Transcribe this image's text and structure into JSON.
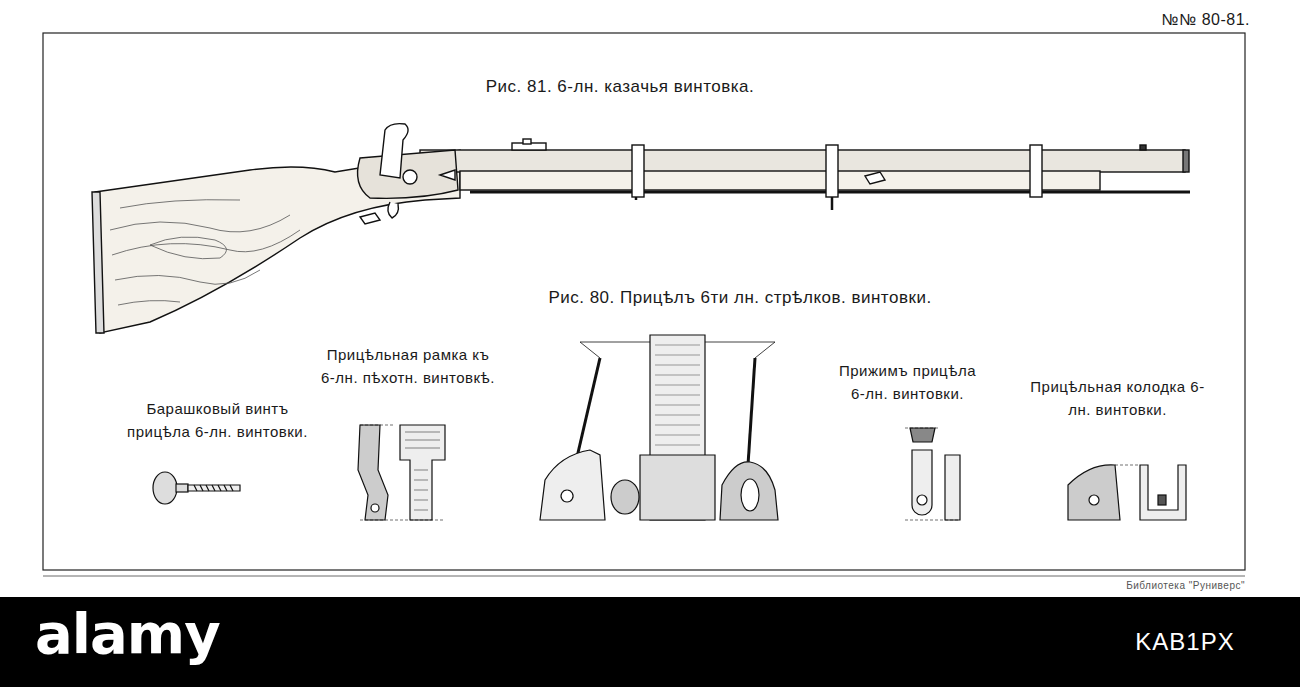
{
  "diagram": {
    "labels": [
      "№№ 80-81.",
      "Рис. 81. 6-лн. казачья винтовка.",
      "Рис. 80. Прицѣлъ 6ти лн. стрѣлков. винтовки.",
      "Прицѣльная рамка къ 6-лн. пѣхотн. винтовкѣ.",
      "Барашковый винтъ прицѣла 6-лн. винтовки.",
      "Прижимъ прицѣла 6-лн. винтовки.",
      "Прицѣльная колодка 6-лн. винтовки.",
      "Библиотека \"Руниверс\"",
      "alamy",
      "KAB1PX"
    ]
  }
}
